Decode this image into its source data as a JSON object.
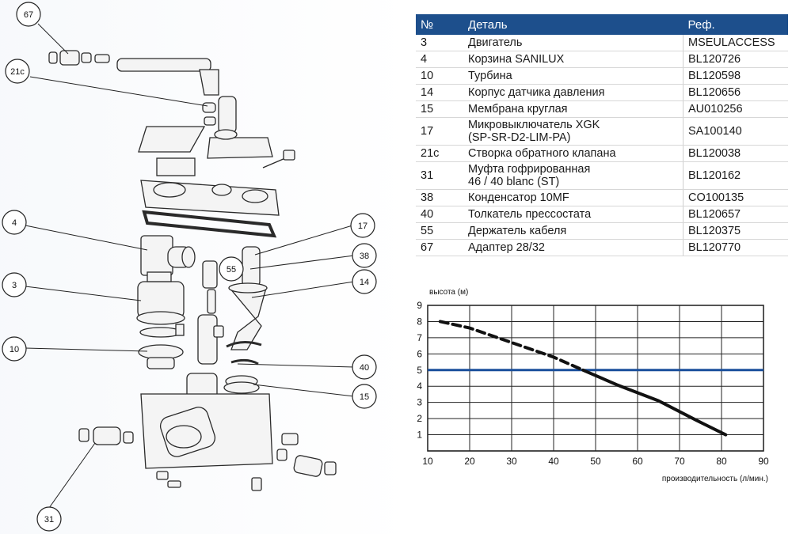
{
  "callouts": [
    "67",
    "21c",
    "4",
    "3",
    "10",
    "31",
    "17",
    "38",
    "55",
    "14",
    "40",
    "15"
  ],
  "table": {
    "headers": [
      "№",
      "Деталь",
      "Реф."
    ],
    "rows": [
      {
        "no": "3",
        "name": "Двигатель",
        "ref": "MSEULACCESS"
      },
      {
        "no": "4",
        "name": "Корзина SANILUX",
        "ref": "BL120726"
      },
      {
        "no": "10",
        "name": "Турбина",
        "ref": "BL120598"
      },
      {
        "no": "14",
        "name": "Корпус датчика давления",
        "ref": "BL120656"
      },
      {
        "no": "15",
        "name": "Мембрана круглая",
        "ref": "AU010256"
      },
      {
        "no": "17",
        "name": "Микровыключатель XGK",
        "name2": "(SP-SR-D2-LIM-PA)",
        "ref": "SA100140"
      },
      {
        "no": "21c",
        "name": "Створка обратного клапана",
        "ref": "BL120038"
      },
      {
        "no": "31",
        "name": "Муфта гофрированная",
        "name2": "46 / 40 blanc (ST)",
        "ref": "BL120162"
      },
      {
        "no": "38",
        "name": "Конденсатор 10MF",
        "ref": "CO100135"
      },
      {
        "no": "40",
        "name": "Толкатель прессостата",
        "ref": "BL120657"
      },
      {
        "no": "55",
        "name": "Держатель кабеля",
        "ref": "BL120375"
      },
      {
        "no": "67",
        "name": "Адаптер 28/32",
        "ref": "BL120770"
      }
    ]
  },
  "chart_data": {
    "type": "line",
    "ylabel": "высота (м)",
    "xlabel": "производительность (л/мин.)",
    "xlim": [
      10,
      90
    ],
    "ylim": [
      0,
      9
    ],
    "xticks": [
      "10",
      "20",
      "30",
      "40",
      "50",
      "60",
      "70",
      "80",
      "90"
    ],
    "yticks": [
      "1",
      "2",
      "3",
      "4",
      "5",
      "6",
      "7",
      "8",
      "9"
    ],
    "grid": true,
    "series": [
      {
        "style": "dashed",
        "color": "#111111",
        "x": [
          13,
          20,
          30,
          40,
          47
        ],
        "y": [
          8.0,
          7.6,
          6.7,
          5.8,
          5.0
        ]
      },
      {
        "style": "solid",
        "color": "#111111",
        "x": [
          47,
          55,
          65,
          74,
          81
        ],
        "y": [
          5.0,
          4.1,
          3.1,
          1.9,
          1.0
        ]
      }
    ],
    "reference_line": {
      "y": 5,
      "color": "#1a4f9c"
    }
  }
}
